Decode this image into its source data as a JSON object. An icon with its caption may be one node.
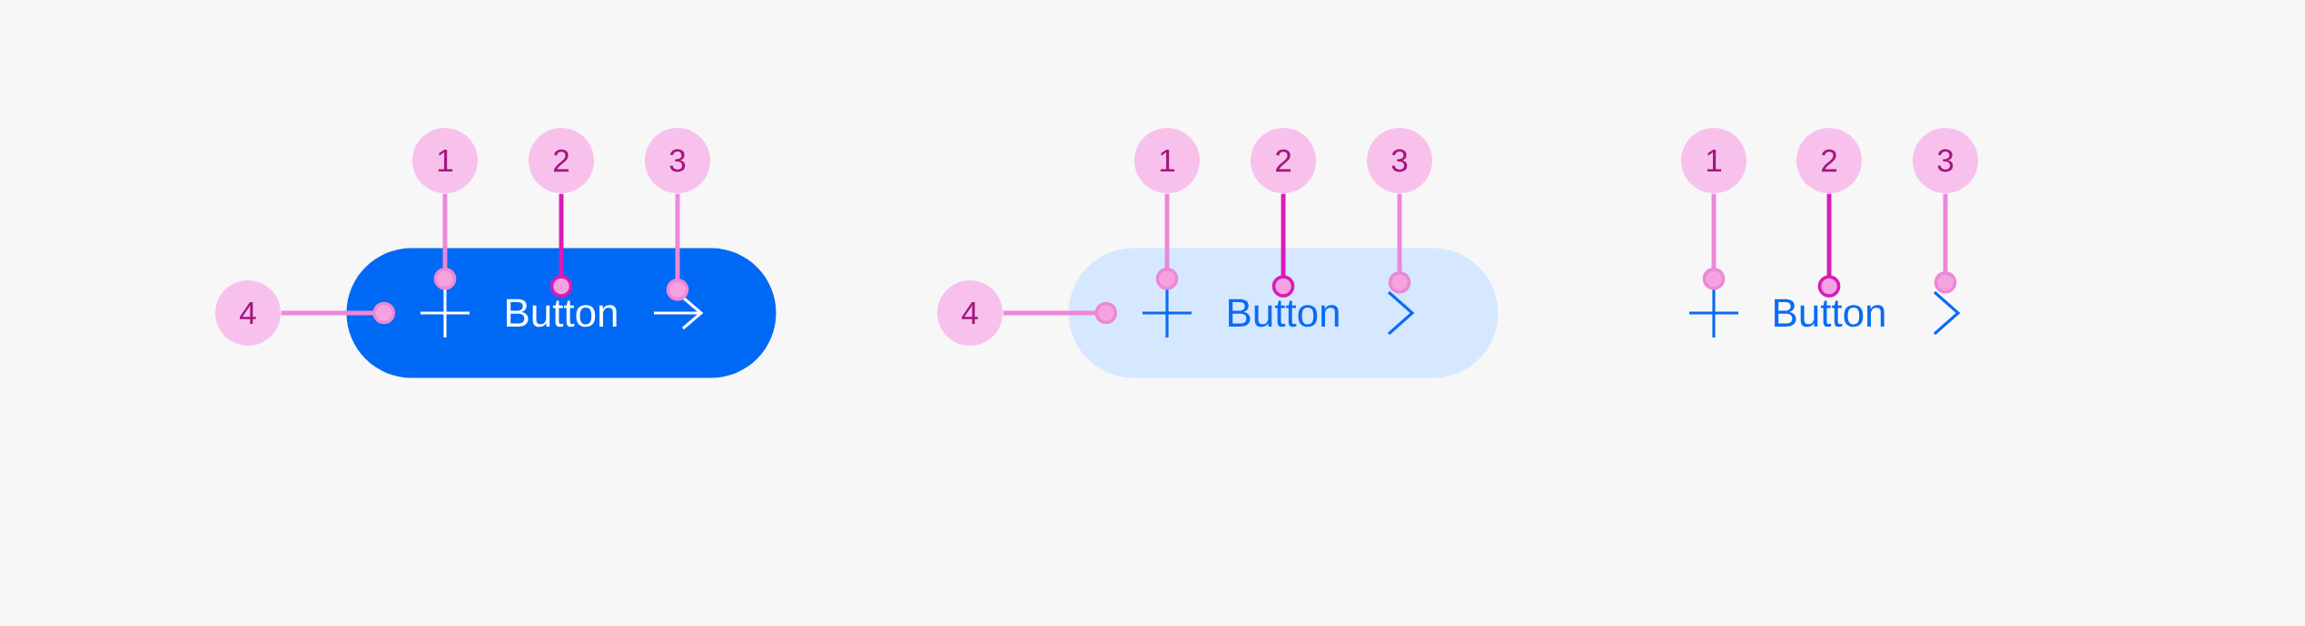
{
  "diagram": {
    "nodes": [
      {
        "text": [],
        "shape": "box"
      },
      {
        "text": [],
        "shape": "picture",
        "in": 0
      },
      {
        "text": [
          "Button"
        ],
        "in": 0
      },
      {
        "text": [],
        "shape": "picture",
        "in": 0
      },
      {
        "text": [
          "1"
        ]
      },
      {
        "text": [
          "2"
        ]
      },
      {
        "text": [
          "3"
        ]
      },
      {
        "text": [
          "4"
        ]
      },
      {
        "text": [],
        "shape": "box"
      },
      {
        "text": [],
        "shape": "picture",
        "in": 8
      },
      {
        "text": [
          "Button"
        ],
        "in": 8
      },
      {
        "text": [],
        "shape": "picture",
        "in": 8
      },
      {
        "text": [
          "1"
        ]
      },
      {
        "text": [
          "2"
        ]
      },
      {
        "text": [
          "3"
        ]
      },
      {
        "text": [
          "4"
        ]
      },
      {
        "text": [],
        "shape": "picture"
      },
      {
        "text": [
          "Button"
        ]
      },
      {
        "text": [],
        "shape": "picture"
      },
      {
        "text": [
          "1"
        ]
      },
      {
        "text": [
          "2"
        ]
      },
      {
        "text": [
          "3"
        ]
      }
    ],
    "edges": [
      {
        "from": 4,
        "to": 1,
        "arrow": "other"
      },
      {
        "from": 5,
        "to": 2,
        "arrow": "other",
        "color": "#d81bb8"
      },
      {
        "from": 6,
        "to": 3,
        "arrow": "other"
      },
      {
        "from": 7,
        "to": 0,
        "arrow": "other"
      },
      {
        "from": 12,
        "to": 9,
        "arrow": "other"
      },
      {
        "from": 13,
        "to": 10,
        "arrow": "other",
        "color": "#d81bb8"
      },
      {
        "from": 14,
        "to": 11,
        "arrow": "other"
      },
      {
        "from": 15,
        "to": 8,
        "arrow": "other"
      },
      {
        "from": 19,
        "to": 16,
        "arrow": "other"
      },
      {
        "from": 20,
        "to": 17,
        "arrow": "other",
        "color": "#d81bb8"
      },
      {
        "from": 21,
        "to": 18,
        "arrow": "other"
      }
    ]
  }
}
